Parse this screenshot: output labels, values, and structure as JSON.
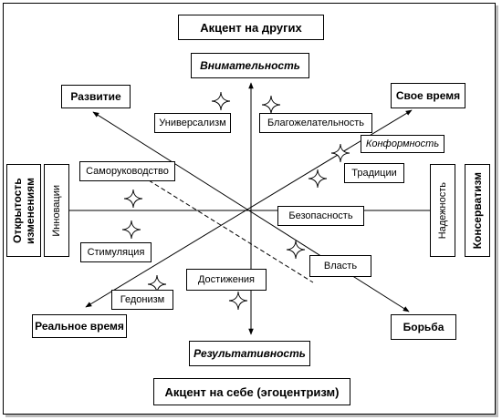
{
  "top_focus": "Акцент на других",
  "bottom_focus": "Акцент на себе (эгоцентризм)",
  "axis_top": "Внимательность",
  "axis_bottom": "Результативность",
  "corner_tl": "Развитие",
  "corner_tr": "Свое время",
  "corner_bl": "Реальное время",
  "corner_br": "Борьба",
  "left_side": "Открытость изменениям",
  "left_inner": "Инновации",
  "right_side": "Консерватизм",
  "right_inner": "Надежность",
  "values": {
    "universalism": "Универсализм",
    "benevolence": "Благожелательность",
    "conformity": "Конформность",
    "tradition": "Традиции",
    "self_direction": "Саморуководство",
    "security": "Безопасность",
    "stimulation": "Стимуляция",
    "power": "Власть",
    "achievement": "Достижения",
    "hedonism": "Гедонизм"
  }
}
